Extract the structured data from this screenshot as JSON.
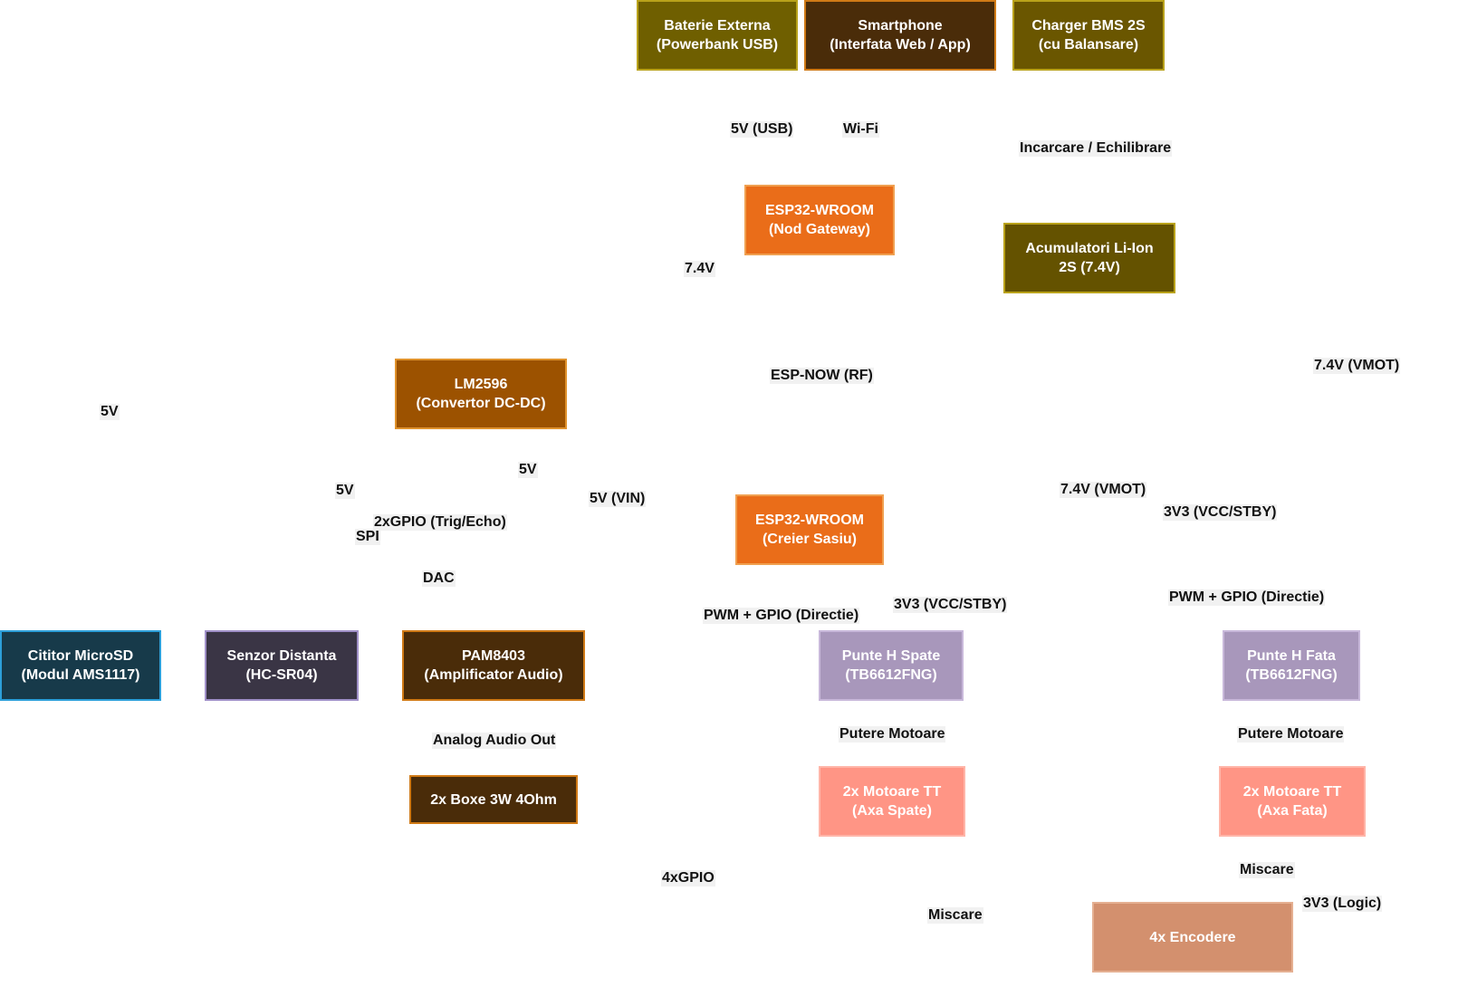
{
  "nodes": [
    {
      "id": "baterie-externa",
      "lines": [
        "Baterie Externa",
        "(Powerbank USB)"
      ],
      "fill": "#6f5f00",
      "stroke": "#b9a21a",
      "text": "#ffffff"
    },
    {
      "id": "smartphone",
      "lines": [
        "Smartphone",
        "(Interfata Web / App)"
      ],
      "fill": "#4a2c09",
      "stroke": "#d07a16",
      "text": "#ffffff"
    },
    {
      "id": "charger-bms",
      "lines": [
        "Charger BMS 2S",
        "(cu Balansare)"
      ],
      "fill": "#6a5600",
      "stroke": "#b9a21a",
      "text": "#ffffff"
    },
    {
      "id": "esp32-gateway",
      "lines": [
        "ESP32-WROOM",
        "(Nod Gateway)"
      ],
      "fill": "#ea6d19",
      "stroke": "#f0a050",
      "text": "#ffffff"
    },
    {
      "id": "acumulatori",
      "lines": [
        "Acumulatori Li-Ion",
        "2S (7.4V)"
      ],
      "fill": "#645200",
      "stroke": "#b9a21a",
      "text": "#ffffff"
    },
    {
      "id": "lm2596",
      "lines": [
        "LM2596",
        "(Convertor DC-DC)"
      ],
      "fill": "#9c5200",
      "stroke": "#e0922c",
      "text": "#ffffff"
    },
    {
      "id": "esp32-sasiu",
      "lines": [
        "ESP32-WROOM",
        "(Creier Sasiu)"
      ],
      "fill": "#ea6d19",
      "stroke": "#f0a050",
      "text": "#ffffff"
    },
    {
      "id": "cititor-microsd",
      "lines": [
        "Cititor MicroSD",
        "(Modul AMS1117)"
      ],
      "fill": "#173a4a",
      "stroke": "#2d9fd9",
      "text": "#ffffff"
    },
    {
      "id": "senzor-distanta",
      "lines": [
        "Senzor Distanta",
        "(HC-SR04)"
      ],
      "fill": "#3a3545",
      "stroke": "#a090c8",
      "text": "#ffffff"
    },
    {
      "id": "pam8403",
      "lines": [
        "PAM8403",
        "(Amplificator Audio)"
      ],
      "fill": "#4a2c09",
      "stroke": "#d07a16",
      "text": "#ffffff"
    },
    {
      "id": "punte-h-spate",
      "lines": [
        "Punte H Spate",
        "(TB6612FNG)"
      ],
      "fill": "#a897bb",
      "stroke": "#c8b8da",
      "text": "#ffffff"
    },
    {
      "id": "punte-h-fata",
      "lines": [
        "Punte H Fata",
        "(TB6612FNG)"
      ],
      "fill": "#a897bb",
      "stroke": "#c8b8da",
      "text": "#ffffff"
    },
    {
      "id": "boxe",
      "lines": [
        "2x Boxe 3W 4Ohm"
      ],
      "fill": "#4a2c09",
      "stroke": "#d07a16",
      "text": "#ffffff"
    },
    {
      "id": "motoare-spate",
      "lines": [
        "2x Motoare TT",
        "(Axa Spate)"
      ],
      "fill": "#ff9585",
      "stroke": "#ffb5a8",
      "text": "#ffffff"
    },
    {
      "id": "motoare-fata",
      "lines": [
        "2x Motoare TT",
        "(Axa Fata)"
      ],
      "fill": "#ff9585",
      "stroke": "#ffb5a8",
      "text": "#ffffff"
    },
    {
      "id": "encodere",
      "lines": [
        "4x Encodere"
      ],
      "fill": "#d3906e",
      "stroke": "#e5b092",
      "text": "#ffffff"
    }
  ],
  "edge_labels": [
    {
      "id": "5v-usb",
      "text": "5V (USB)"
    },
    {
      "id": "wi-fi",
      "text": "Wi-Fi"
    },
    {
      "id": "incarcare",
      "text": "Incarcare / Echilibrare"
    },
    {
      "id": "7v4-a",
      "text": "7.4V"
    },
    {
      "id": "esp-now",
      "text": "ESP-NOW (RF)"
    },
    {
      "id": "7v4-vmot-a",
      "text": "7.4V (VMOT)"
    },
    {
      "id": "5v-a",
      "text": "5V"
    },
    {
      "id": "5v-b",
      "text": "5V"
    },
    {
      "id": "5v-c",
      "text": "5V"
    },
    {
      "id": "5v-vin",
      "text": "5V (VIN)"
    },
    {
      "id": "7v4-vmot-b",
      "text": "7.4V (VMOT)"
    },
    {
      "id": "3v3-vcc-a",
      "text": "3V3 (VCC/STBY)"
    },
    {
      "id": "gpio-trig",
      "text": "2xGPIO (Trig/Echo)"
    },
    {
      "id": "spi",
      "text": "SPI"
    },
    {
      "id": "dac",
      "text": "DAC"
    },
    {
      "id": "pwm-gpio-b",
      "text": "PWM + GPIO (Directie)"
    },
    {
      "id": "pwm-gpio-a",
      "text": "PWM + GPIO (Directie)"
    },
    {
      "id": "3v3-vcc-b",
      "text": "3V3 (VCC/STBY)"
    },
    {
      "id": "putere-a",
      "text": "Putere Motoare"
    },
    {
      "id": "putere-b",
      "text": "Putere Motoare"
    },
    {
      "id": "analog-audio",
      "text": "Analog Audio Out"
    },
    {
      "id": "miscare-a",
      "text": "Miscare"
    },
    {
      "id": "gpio-4x",
      "text": "4xGPIO"
    },
    {
      "id": "3v3-logic",
      "text": "3V3 (Logic)"
    },
    {
      "id": "miscare-b",
      "text": "Miscare"
    }
  ]
}
